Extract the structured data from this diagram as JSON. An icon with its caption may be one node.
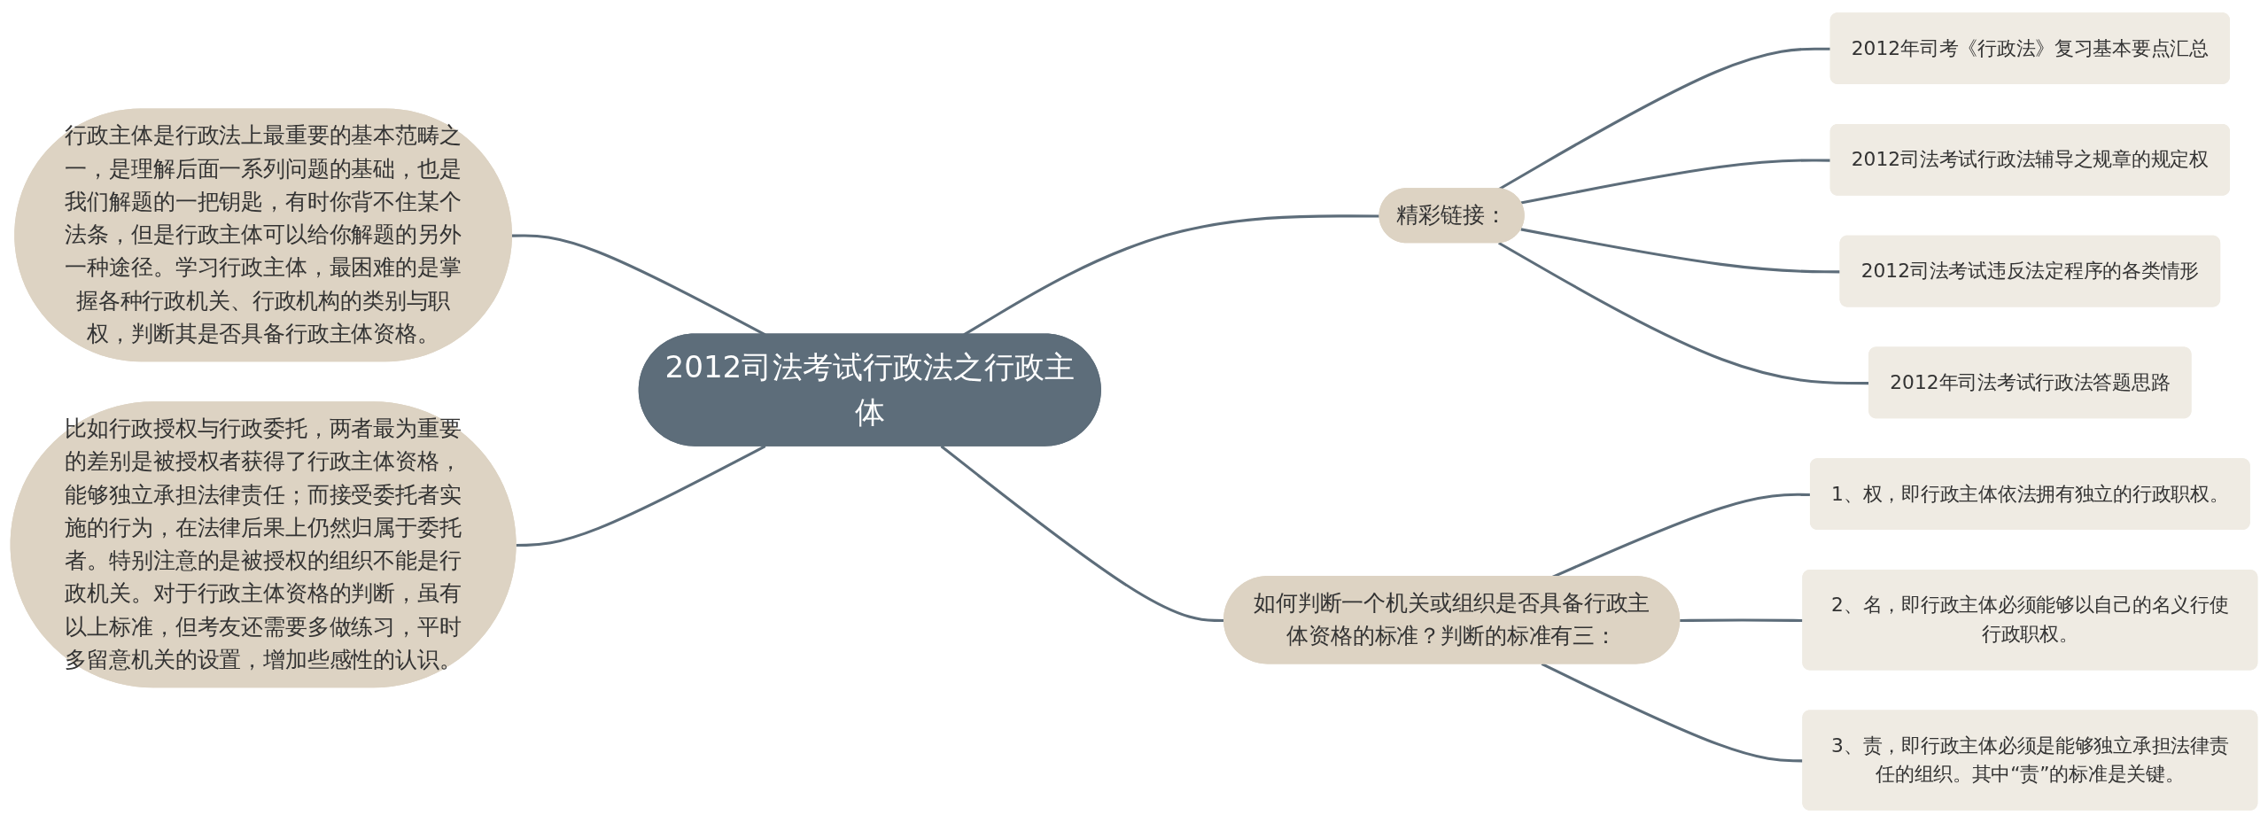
{
  "diagram": {
    "nodes": [
      {
        "text": [
          "2012司法考试行政法之行政主体"
        ]
      },
      {
        "text": [
          "行政主体是行政法上最重要的基本范畴之一，是理解后面一系列问题的基础，也是我们解题的一把钥匙，有时你背不住某个法条，但是行政主体可以给你解题的另外一种途径。学习行政主体，最困难的是掌握各种行政机关、行政机构的类别与职权，判断其是否具备行政主体资格。"
        ]
      },
      {
        "text": [
          "比如行政授权与行政委托，两者最为重要的差别是被授权者获得了行政主体资格，能够独立承担法律责任；而接受委托者实施的行为，在法律后果上仍然归属于委托者。特别注意的是被授权的组织不能是行政机关。对于行政主体资格的判断，虽有以上标准，但考友还需要多做练习，平时多留意机关的设置，增加些感性的认识。"
        ]
      },
      {
        "text": [
          "精彩链接："
        ]
      },
      {
        "text": [
          "2012年司考《行政法》复习基本要点汇总"
        ]
      },
      {
        "text": [
          "2012司法考试行政法辅导之规章的规定权"
        ]
      },
      {
        "text": [
          "2012司法考试违反法定程序的各类情形"
        ]
      },
      {
        "text": [
          "2012年司法考试行政法答题思路"
        ]
      },
      {
        "text": [
          "如何判断一个机关或组织是否具备行政主体资格的标准？判断的标准有三："
        ]
      },
      {
        "text": [
          "1、权，即行政主体依法拥有独立的行政职权。"
        ]
      },
      {
        "text": [
          "2、名，即行政主体必须能够以自己的名义行使行政职权。"
        ]
      },
      {
        "text": [
          "3、责，即行政主体必须是能够独立承担法律责任的组织。其中“责”的标准是关键。"
        ]
      }
    ],
    "edges": [
      {
        "from": 1,
        "to": 0,
        "arrow": "none"
      },
      {
        "from": 2,
        "to": 0,
        "arrow": "none"
      },
      {
        "from": 0,
        "to": 3,
        "arrow": "none"
      },
      {
        "from": 3,
        "to": 4,
        "arrow": "none"
      },
      {
        "from": 3,
        "to": 5,
        "arrow": "none"
      },
      {
        "from": 3,
        "to": 6,
        "arrow": "none"
      },
      {
        "from": 3,
        "to": 7,
        "arrow": "none"
      },
      {
        "from": 0,
        "to": 8,
        "arrow": "none"
      },
      {
        "from": 8,
        "to": 9,
        "arrow": "none"
      },
      {
        "from": 8,
        "to": 10,
        "arrow": "none"
      },
      {
        "from": 8,
        "to": 11,
        "arrow": "none"
      }
    ]
  }
}
